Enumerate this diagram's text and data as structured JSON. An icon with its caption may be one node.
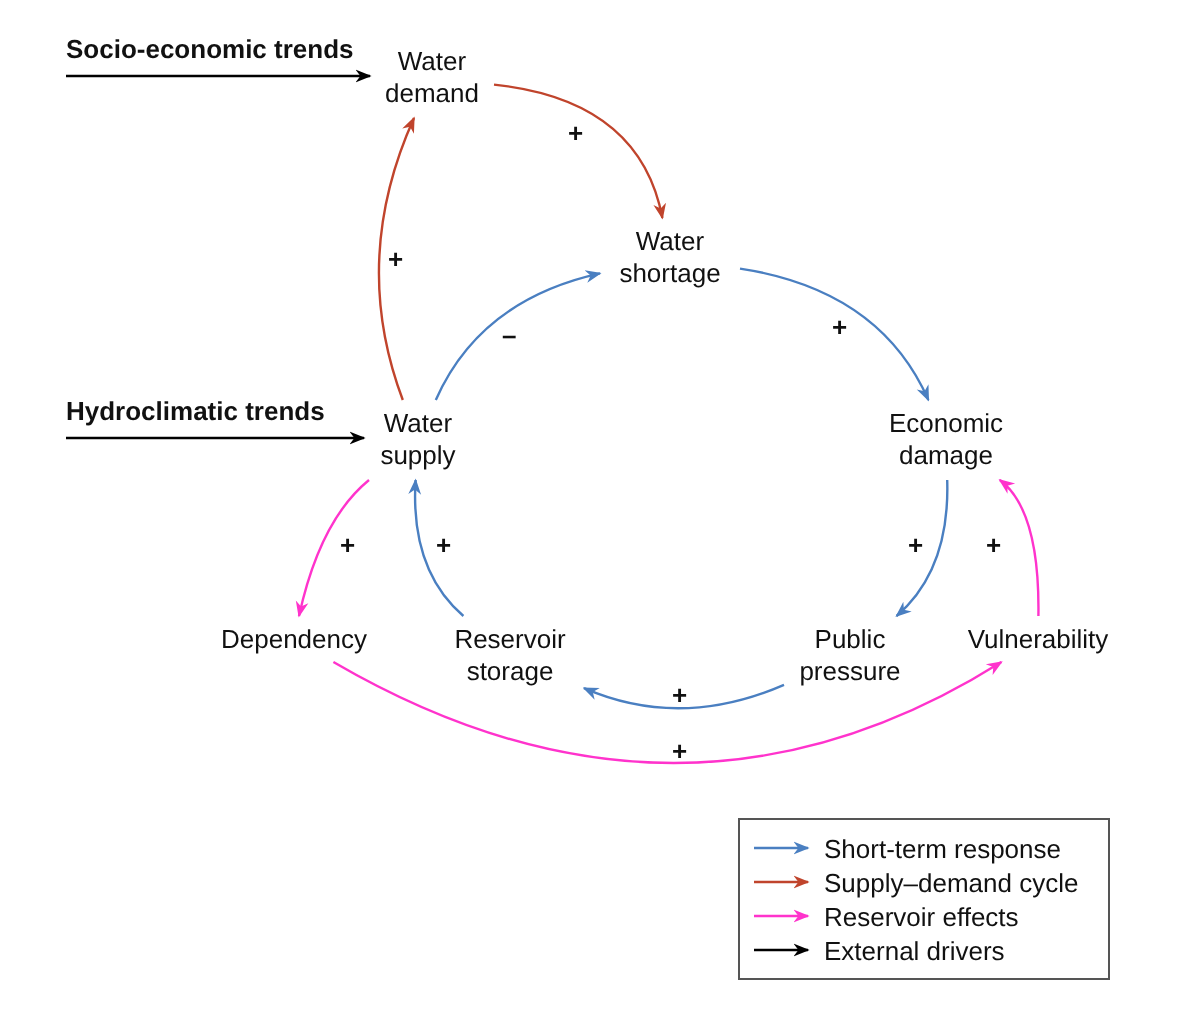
{
  "diagram": {
    "nodes": [
      {
        "text": [
          "Socio-economic trends"
        ]
      },
      {
        "text": [
          "Water demand"
        ]
      },
      {
        "text": [
          "Water shortage"
        ]
      },
      {
        "text": [
          "Hydroclimatic trends"
        ]
      },
      {
        "text": [
          "Water supply"
        ]
      },
      {
        "text": [
          "Economic damage"
        ]
      },
      {
        "text": [
          "Dependency"
        ]
      },
      {
        "text": [
          "Reservoir storage"
        ]
      },
      {
        "text": [
          "Public pressure"
        ]
      },
      {
        "text": [
          "Vulnerability"
        ]
      }
    ],
    "edges": [
      {
        "from": 0,
        "to": 1,
        "arrow": "to",
        "color": "#000000"
      },
      {
        "from": 4,
        "to": 1,
        "arrow": "to",
        "label": "+",
        "color": "#c0442c"
      },
      {
        "from": 1,
        "to": 2,
        "arrow": "to",
        "label": "+",
        "color": "#c0442c"
      },
      {
        "from": 4,
        "to": 2,
        "arrow": "to",
        "label": "–"
      },
      {
        "from": 2,
        "to": 5,
        "arrow": "to",
        "label": "+"
      },
      {
        "from": 5,
        "to": 8,
        "arrow": "to",
        "label": "+"
      },
      {
        "from": 8,
        "to": 7,
        "arrow": "to",
        "label": "+"
      },
      {
        "from": 7,
        "to": 4,
        "arrow": "to",
        "label": "+"
      },
      {
        "from": 4,
        "to": 6,
        "arrow": "to",
        "label": "+",
        "color": "#ff33cc"
      },
      {
        "from": 6,
        "to": 9,
        "arrow": "to",
        "label": "+",
        "color": "#ff33cc"
      },
      {
        "from": 9,
        "to": 5,
        "arrow": "to",
        "label": "+",
        "color": "#ff33cc"
      },
      {
        "from": 3,
        "to": 4,
        "arrow": "to",
        "color": "#000000"
      }
    ],
    "legend": [
      {
        "text": "Short-term response",
        "color": "#4a7fc1"
      },
      {
        "text": "Supply–demand cycle",
        "color": "#c0442c"
      },
      {
        "text": "Reservoir effects",
        "color": "#ff33cc"
      },
      {
        "text": "External drivers",
        "color": "#000000"
      }
    ]
  }
}
